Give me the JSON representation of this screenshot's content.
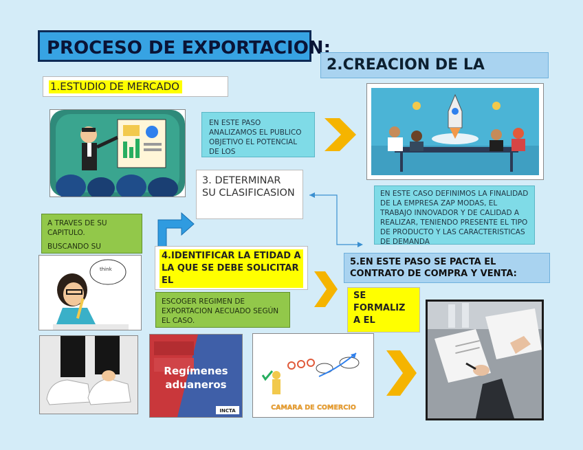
{
  "title": "PROCESO DE EXPORTACION:",
  "step1": {
    "label": "1.ESTUDIO DE MERCADO"
  },
  "step2": {
    "label": "2.CREACION DE LA"
  },
  "step1_text": "EN ESTE PASO ANALIZAMOS EL PUBLICO OBJETIVO EL POTENCIAL DE LOS",
  "step2_text": "EN ESTE CASO DEFINIMOS LA FINALIDAD DE LA EMPRESA ZAP MODAS, EL TRABAJO INNOVADOR Y DE CALIDAD A REALIZAR, TENIENDO PRESENTE EL TIPO DE PRODUCTO Y LAS CARACTERISTICAS DE DEMANDA",
  "step3": {
    "label": "3. DETERMINAR SU CLASIFICASION"
  },
  "step3_text": {
    "line1": "A TRAVES DE SU CAPITULO.",
    "line2": "BUSCANDO SU"
  },
  "step4": {
    "label": "4.IDENTIFICAR LA ETIDAD A LA QUE SE DEBE SOLICITAR EL"
  },
  "step4_text": "ESCOGER REGIMEN DE EXPORTACION AECUADO SEGÚN EL CASO.",
  "step5": {
    "label": "5.EN ESTE PASO SE PACTA EL CONTRATO DE COMPRA Y VENTA:",
    "formaliza": "SE FORMALIZ A EL"
  },
  "images": {
    "thought_bubble": "think",
    "regimenes_line1": "Regímenes",
    "regimenes_line2": "aduaneros",
    "regimenes_logo": "INCTA",
    "camara": "CAMARA DE COMERCIO"
  },
  "colors": {
    "background": "#d4ecf8",
    "arrow": "#f5b400",
    "title_bg": "#37a3e3",
    "highlight": "#ffff00",
    "cyan_box": "#7fdbe7",
    "green_box": "#92c84a"
  }
}
